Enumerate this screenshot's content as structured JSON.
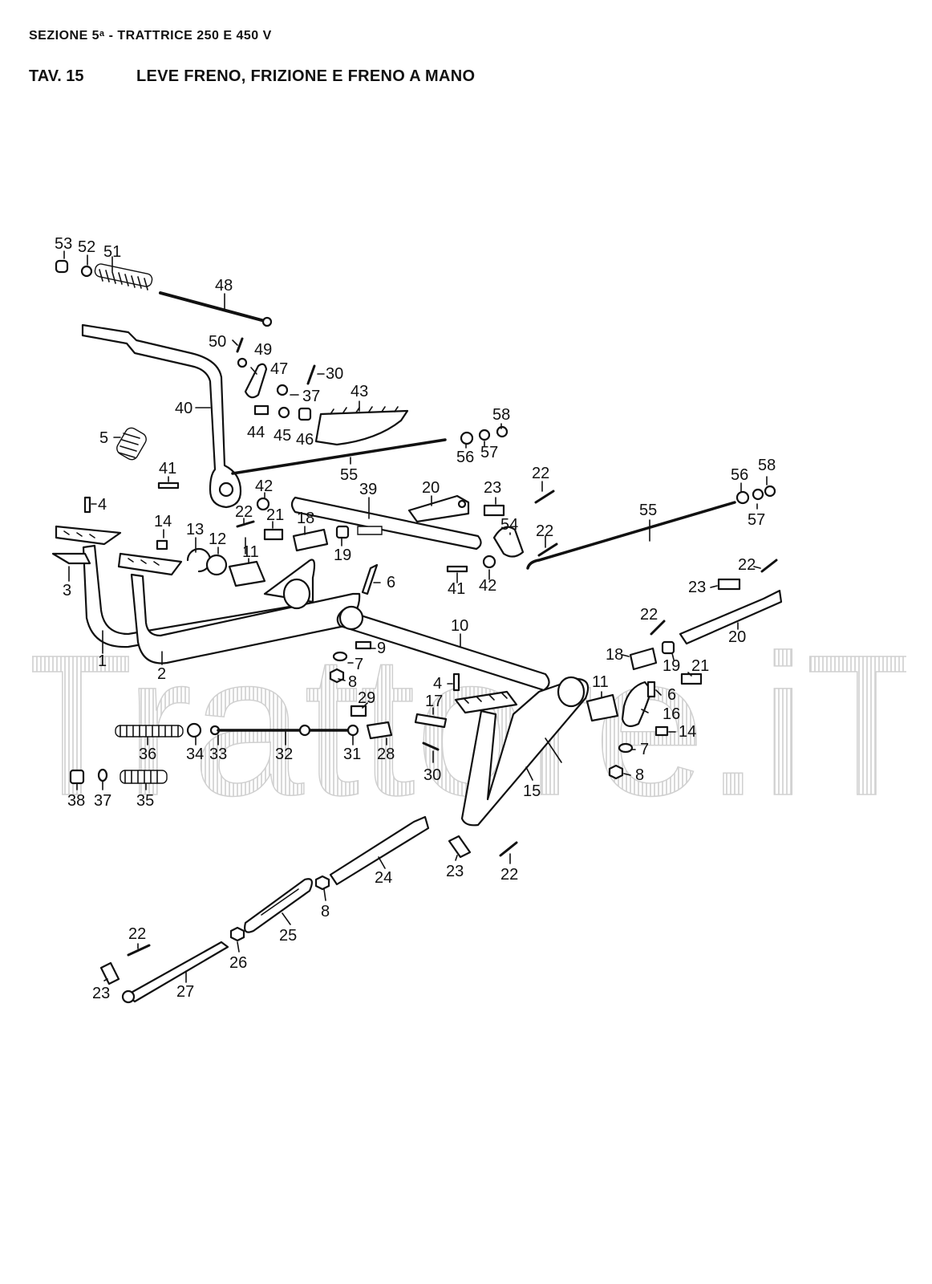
{
  "header": {
    "section": "SEZIONE 5ᵃ - TRATTRICE 250 E 450 V",
    "plate_code": "TAV. 15",
    "plate_title": "LEVE FRENO, FRIZIONE E FRENO A MANO"
  },
  "watermark": {
    "text": "Trattore.iT",
    "color": "#d8d8d8"
  },
  "colors": {
    "ink": "#111111",
    "paper": "#ffffff"
  },
  "callouts": [
    {
      "id": "c53",
      "text": "53"
    },
    {
      "id": "c52",
      "text": "52"
    },
    {
      "id": "c51",
      "text": "51"
    },
    {
      "id": "c48",
      "text": "48"
    },
    {
      "id": "c50",
      "text": "50"
    },
    {
      "id": "c49",
      "text": "49"
    },
    {
      "id": "c47",
      "text": "47"
    },
    {
      "id": "c30a",
      "text": "30"
    },
    {
      "id": "c37a",
      "text": "37"
    },
    {
      "id": "c43",
      "text": "43"
    },
    {
      "id": "c40",
      "text": "40"
    },
    {
      "id": "c44",
      "text": "44"
    },
    {
      "id": "c45",
      "text": "45"
    },
    {
      "id": "c46",
      "text": "46"
    },
    {
      "id": "c58a",
      "text": "58"
    },
    {
      "id": "c5",
      "text": "5"
    },
    {
      "id": "c56a",
      "text": "56"
    },
    {
      "id": "c57a",
      "text": "57"
    },
    {
      "id": "c55a",
      "text": "55"
    },
    {
      "id": "c41a",
      "text": "41"
    },
    {
      "id": "c42a",
      "text": "42"
    },
    {
      "id": "c39",
      "text": "39"
    },
    {
      "id": "c20a",
      "text": "20"
    },
    {
      "id": "c23a",
      "text": "23"
    },
    {
      "id": "c22a",
      "text": "22"
    },
    {
      "id": "c56b",
      "text": "56"
    },
    {
      "id": "c58b",
      "text": "58"
    },
    {
      "id": "c4a",
      "text": "4"
    },
    {
      "id": "c22b",
      "text": "22"
    },
    {
      "id": "c21a",
      "text": "21"
    },
    {
      "id": "c18a",
      "text": "18"
    },
    {
      "id": "c55b",
      "text": "55"
    },
    {
      "id": "c54",
      "text": "54"
    },
    {
      "id": "c22c",
      "text": "22"
    },
    {
      "id": "c57b",
      "text": "57"
    },
    {
      "id": "c14a",
      "text": "14"
    },
    {
      "id": "c13",
      "text": "13"
    },
    {
      "id": "c12",
      "text": "12"
    },
    {
      "id": "c11a",
      "text": "11"
    },
    {
      "id": "c19a",
      "text": "19"
    },
    {
      "id": "c22d",
      "text": "22"
    },
    {
      "id": "c3",
      "text": "3"
    },
    {
      "id": "c6a",
      "text": "6"
    },
    {
      "id": "c41b",
      "text": "41"
    },
    {
      "id": "c42b",
      "text": "42"
    },
    {
      "id": "c23b",
      "text": "23"
    },
    {
      "id": "c10",
      "text": "10"
    },
    {
      "id": "c22e",
      "text": "22"
    },
    {
      "id": "c20b",
      "text": "20"
    },
    {
      "id": "c9",
      "text": "9"
    },
    {
      "id": "c1",
      "text": "1"
    },
    {
      "id": "c7a",
      "text": "7"
    },
    {
      "id": "c18b",
      "text": "18"
    },
    {
      "id": "c19b",
      "text": "19"
    },
    {
      "id": "c21b",
      "text": "21"
    },
    {
      "id": "c2",
      "text": "2"
    },
    {
      "id": "c8a",
      "text": "8"
    },
    {
      "id": "c4b",
      "text": "4"
    },
    {
      "id": "c11b",
      "text": "11"
    },
    {
      "id": "c6b",
      "text": "6"
    },
    {
      "id": "c29",
      "text": "29"
    },
    {
      "id": "c17",
      "text": "17"
    },
    {
      "id": "c16",
      "text": "16"
    },
    {
      "id": "c14b",
      "text": "14"
    },
    {
      "id": "c36",
      "text": "36"
    },
    {
      "id": "c34",
      "text": "34"
    },
    {
      "id": "c33",
      "text": "33"
    },
    {
      "id": "c32",
      "text": "32"
    },
    {
      "id": "c31",
      "text": "31"
    },
    {
      "id": "c28",
      "text": "28"
    },
    {
      "id": "c30b",
      "text": "30"
    },
    {
      "id": "c7b",
      "text": "7"
    },
    {
      "id": "c8b",
      "text": "8"
    },
    {
      "id": "c15",
      "text": "15"
    },
    {
      "id": "c38",
      "text": "38"
    },
    {
      "id": "c37b",
      "text": "37"
    },
    {
      "id": "c35",
      "text": "35"
    },
    {
      "id": "c24",
      "text": "24"
    },
    {
      "id": "c23c",
      "text": "23"
    },
    {
      "id": "c22f",
      "text": "22"
    },
    {
      "id": "c8c",
      "text": "8"
    },
    {
      "id": "c25",
      "text": "25"
    },
    {
      "id": "c22g",
      "text": "22"
    },
    {
      "id": "c26",
      "text": "26"
    },
    {
      "id": "c23d",
      "text": "23"
    },
    {
      "id": "c27",
      "text": "27"
    }
  ]
}
